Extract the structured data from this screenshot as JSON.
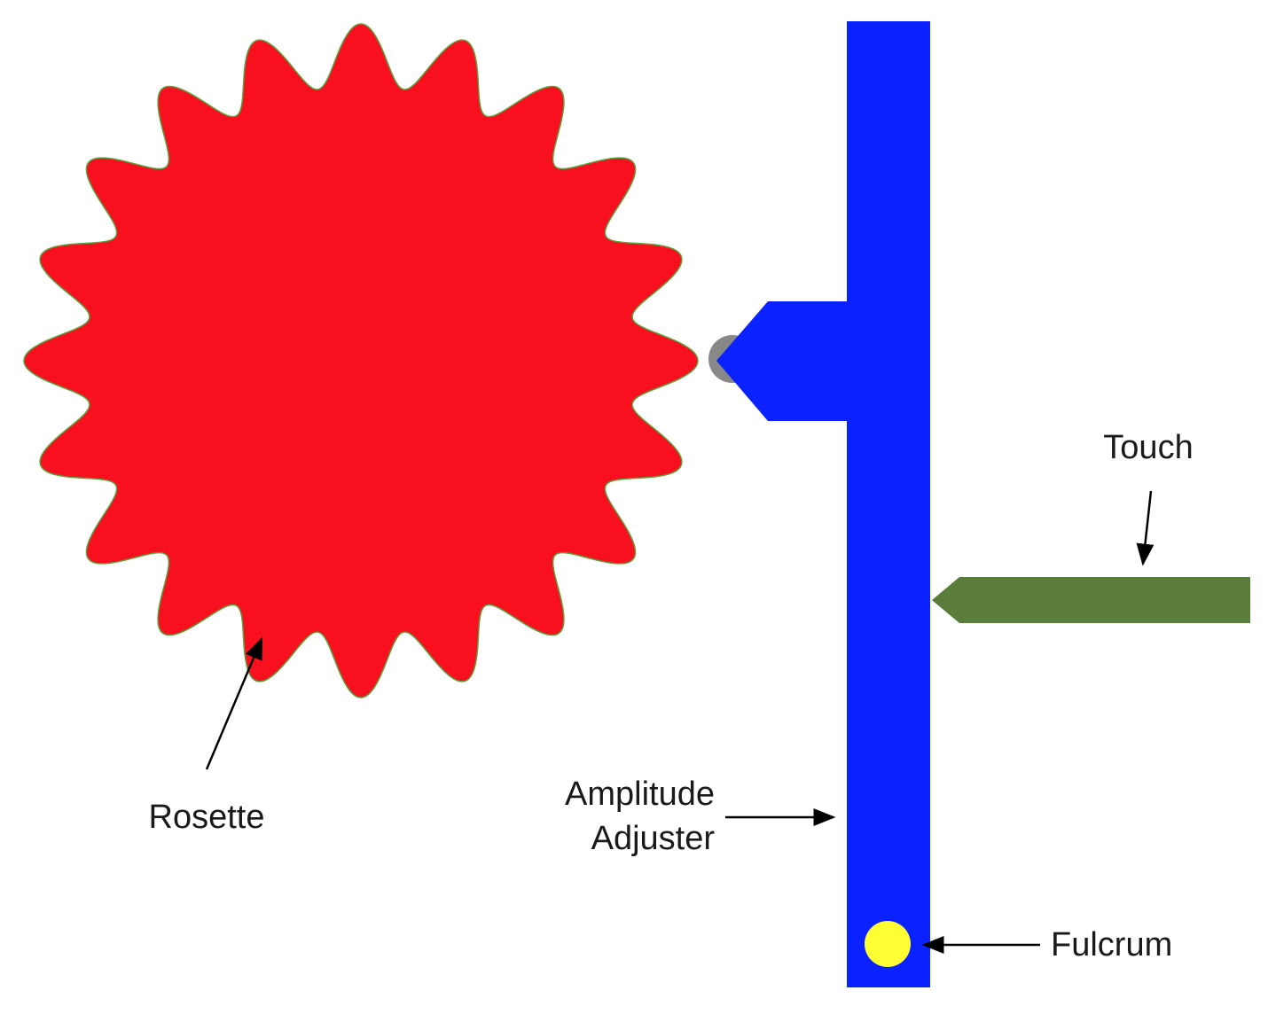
{
  "labels": {
    "rosette": "Rosette",
    "amplitude_line1": "Amplitude",
    "amplitude_line2": "Adjuster",
    "touch": "Touch",
    "fulcrum": "Fulcrum"
  },
  "rosette": {
    "lobes": 20
  },
  "colors": {
    "rosette": "#F8101E",
    "rosette_outline": "#5aa03c",
    "lever": "#0A22FF",
    "touch": "#5A7D3C",
    "fulcrum": "#FFFF33",
    "follower": "#888888",
    "text": "#1a1a1a",
    "arrow": "#000000"
  }
}
